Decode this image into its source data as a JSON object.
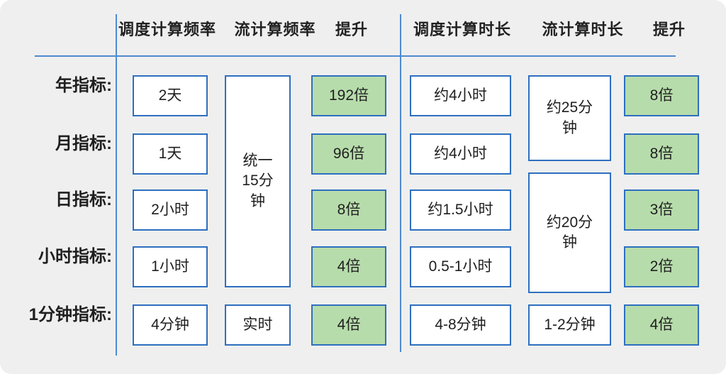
{
  "colors": {
    "background": "#efefef",
    "line_blue": "#4e8ad2",
    "box_border_blue": "#2e6fc0",
    "highlight_green": "#b7dcab"
  },
  "headers": {
    "left": [
      "调度计算频率",
      "流计算频率",
      "提升"
    ],
    "right": [
      "调度计算时长",
      "流计算时长",
      "提升"
    ]
  },
  "rows": [
    "年指标:",
    "月指标:",
    "日指标:",
    "小时指标:",
    "1分钟指标:"
  ],
  "left_section": {
    "schedule_freq": [
      "2天",
      "1天",
      "2小时",
      "1小时",
      "4分钟"
    ],
    "stream_freq_merged": "统一\n15分\n钟",
    "stream_freq_realtime": "实时",
    "improvement": [
      "192倍",
      "96倍",
      "8倍",
      "4倍",
      "4倍"
    ]
  },
  "right_section": {
    "schedule_duration": [
      "约4小时",
      "约4小时",
      "约1.5小时",
      "0.5-1小时",
      "4-8分钟"
    ],
    "stream_duration_year_month": "约25分\n钟",
    "stream_duration_day_hour": "约20分\n钟",
    "stream_duration_minute": "1-2分钟",
    "improvement": [
      "8倍",
      "8倍",
      "3倍",
      "2倍",
      "4倍"
    ]
  }
}
